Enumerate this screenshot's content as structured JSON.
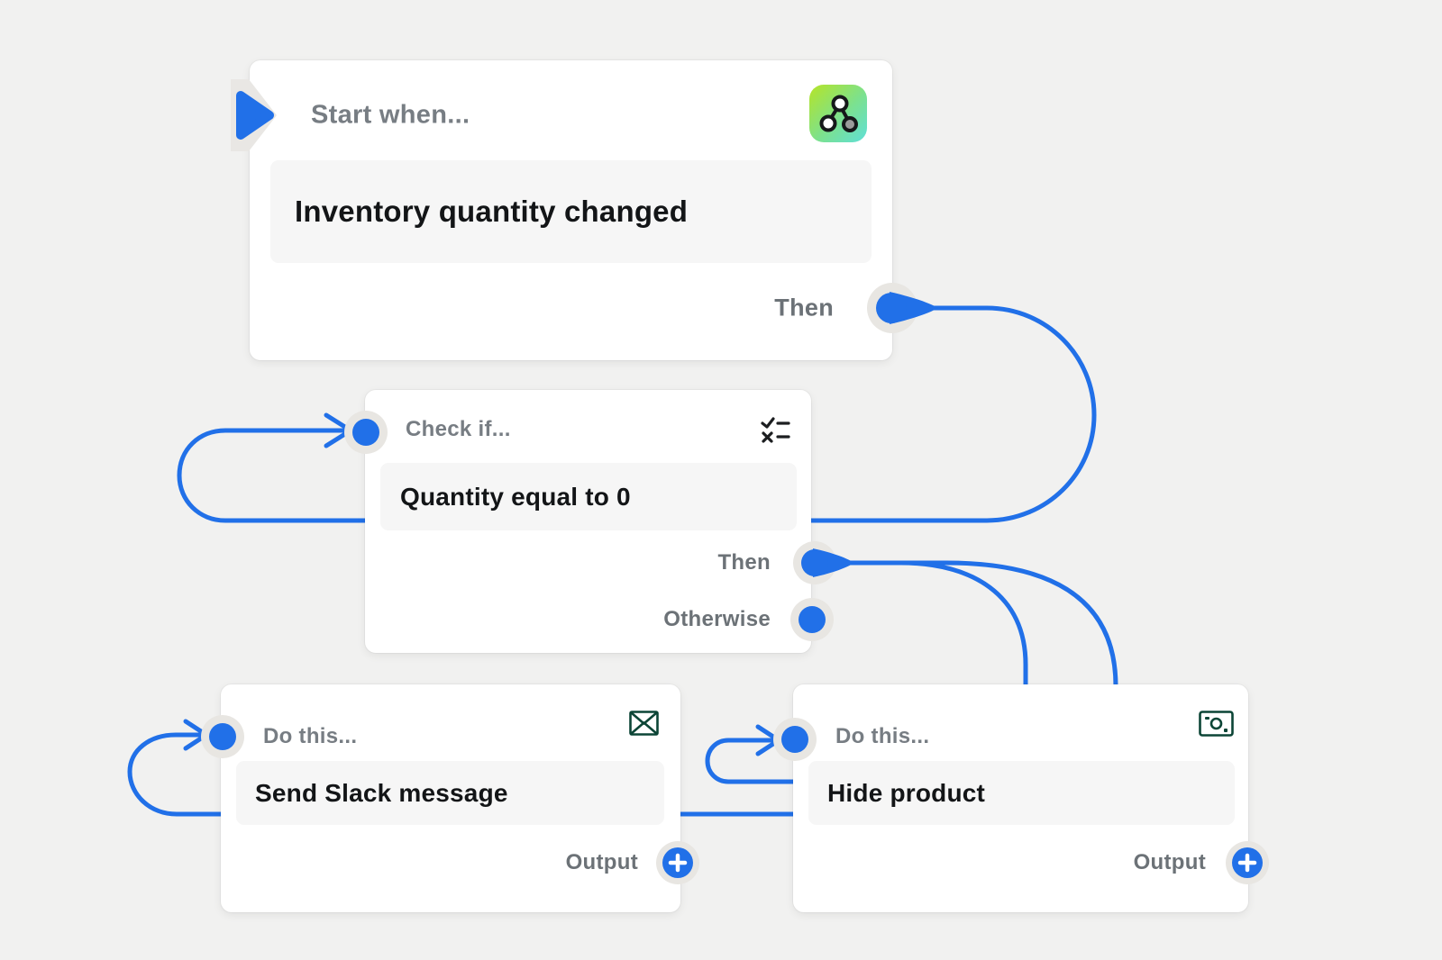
{
  "flow": {
    "trigger": {
      "header": "Start when...",
      "value": "Inventory quantity changed",
      "icon": "workflow-graph-icon",
      "outputs": {
        "then": "Then"
      }
    },
    "condition": {
      "header": "Check if...",
      "value": "Quantity equal to 0",
      "icon": "checklist-icon",
      "outputs": {
        "then": "Then",
        "otherwise": "Otherwise"
      }
    },
    "action_slack": {
      "header": "Do this...",
      "value": "Send Slack message",
      "icon": "envelope-icon",
      "outputs": {
        "output": "Output"
      }
    },
    "action_hide": {
      "header": "Do this...",
      "value": "Hide product",
      "icon": "banknote-icon",
      "outputs": {
        "output": "Output"
      }
    }
  },
  "colors": {
    "background": "#f1f1f0",
    "accent_blue": "#2170e8",
    "notch_gray": "#e8e6e2",
    "dark_green_icon": "#0c4536",
    "trigger_gradient_start": "#b5e427",
    "trigger_gradient_end": "#5fdfd8"
  }
}
